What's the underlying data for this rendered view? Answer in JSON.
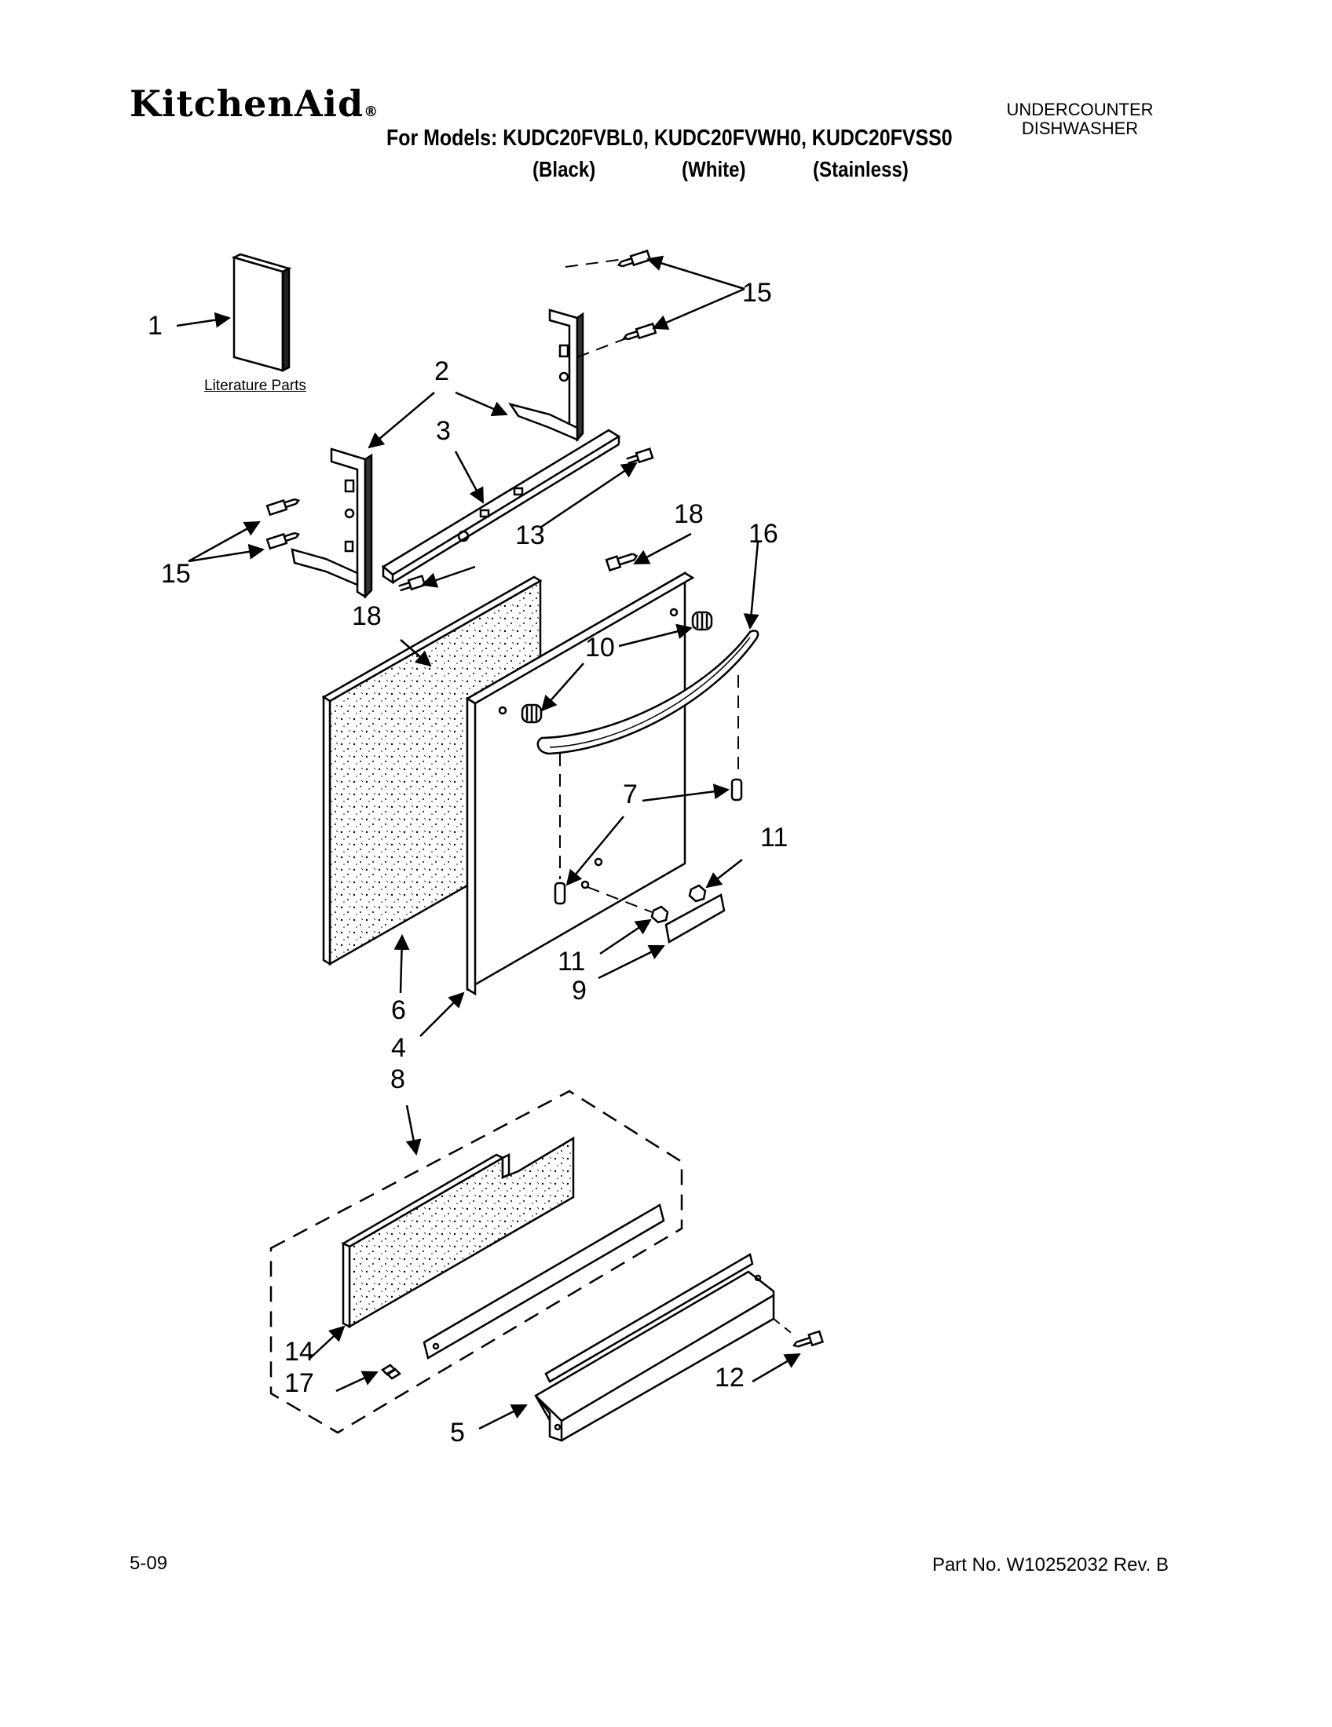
{
  "header": {
    "brand": "KitchenAid",
    "brand_mark": "®",
    "models_line": "For Models: KUDC20FVBL0, KUDC20FVWH0, KUDC20FVSS0",
    "variants": [
      "(Black)",
      "(White)",
      "(Stainless)"
    ],
    "product_type_line1": "UNDERCOUNTER",
    "product_type_line2": "DISHWASHER"
  },
  "diagram": {
    "literature_label": "Literature Parts",
    "callouts": [
      "1",
      "2",
      "3",
      "4",
      "5",
      "6",
      "7",
      "8",
      "9",
      "10",
      "11",
      "11",
      "12",
      "13",
      "14",
      "15",
      "15",
      "16",
      "17",
      "18",
      "18"
    ]
  },
  "footer": {
    "date_code": "5-09",
    "part_number": "Part No. W10252032 Rev. B"
  }
}
